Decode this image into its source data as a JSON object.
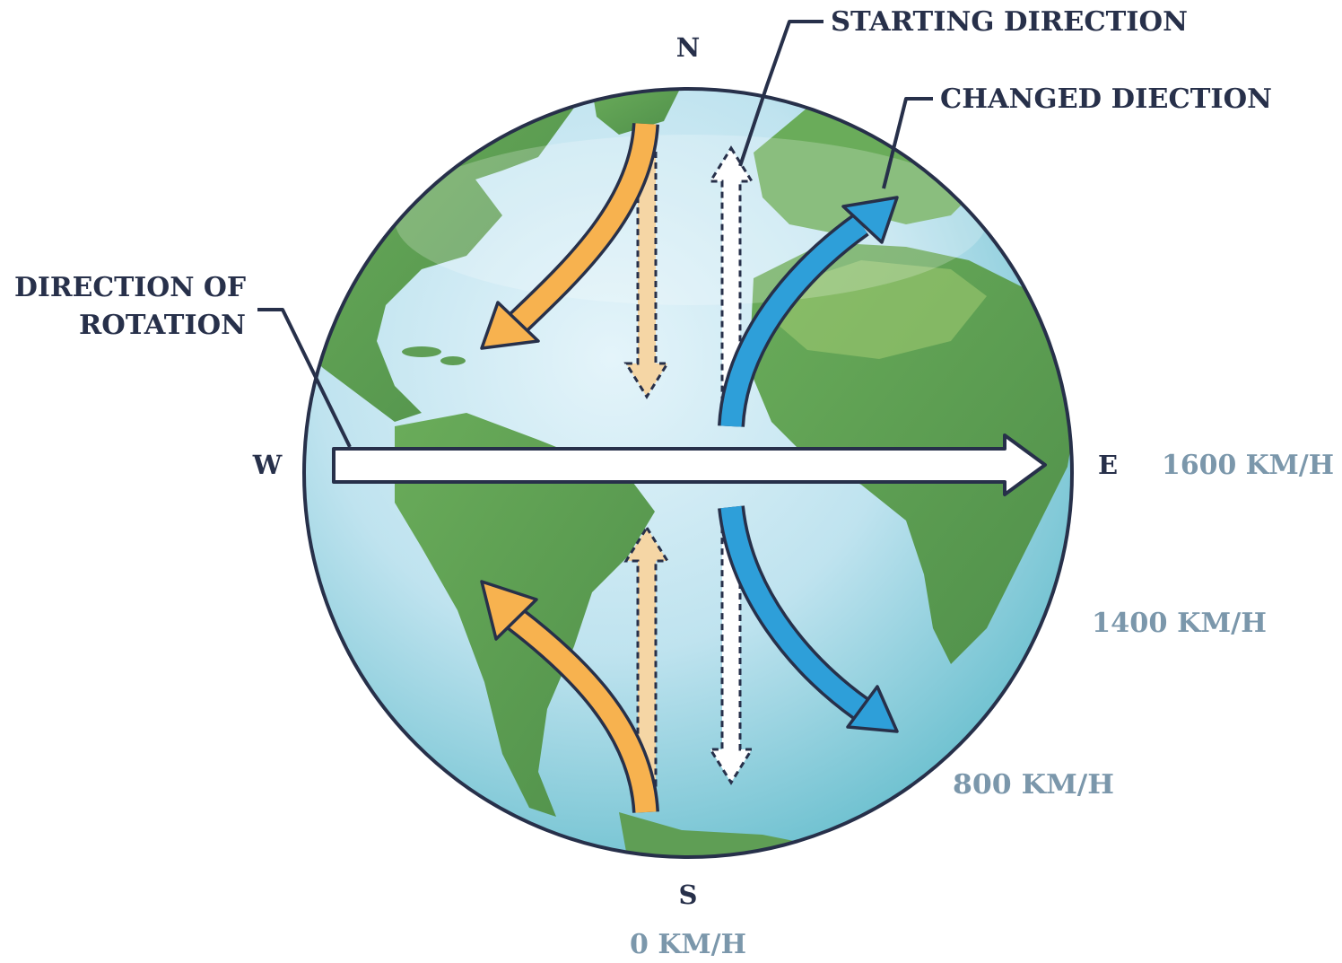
{
  "compass": {
    "north": "N",
    "south": "S",
    "east": "E",
    "west": "W"
  },
  "callouts": {
    "starting_direction": "STARTING DIRECTION",
    "changed_direction": "CHANGED DIECTION",
    "rotation_line1": "DIRECTION OF",
    "rotation_line2": "ROTATION"
  },
  "speeds": {
    "equator": "1600 KM/H",
    "mid_latitude": "1400 KM/H",
    "high_latitude": "800 KM/H",
    "pole": "0 KM/H"
  },
  "colors": {
    "ocean": "#bfe3ef",
    "ocean_deep": "#6cc0cf",
    "land": "#5f9e55",
    "land_light": "#9cc86f",
    "outline": "#27304a",
    "orange_arrow": "#f7b24f",
    "blue_arrow": "#2e9fd9",
    "speed_text": "#7b97ab"
  },
  "icons": {
    "rotation_arrow": "white-right-arrow",
    "deflected_north_west": "orange-curved-arrow",
    "deflected_north_east": "blue-curved-arrow",
    "starting_path": "dashed-double-arrow"
  }
}
